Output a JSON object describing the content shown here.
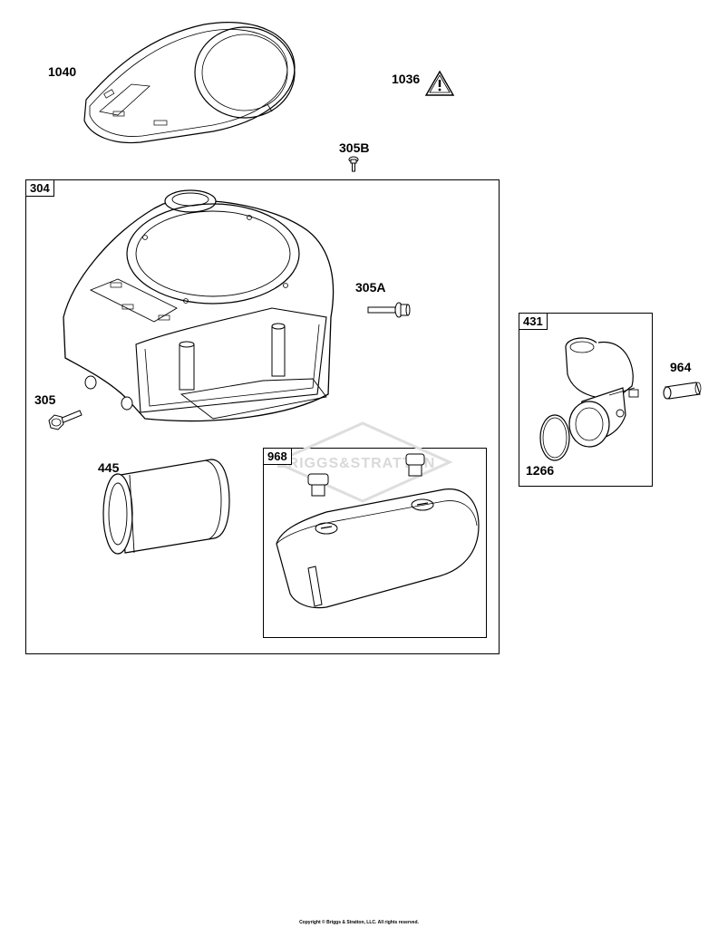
{
  "labels": {
    "p1040": "1040",
    "p1036": "1036",
    "p305b": "305B",
    "p304": "304",
    "p305a": "305A",
    "p305": "305",
    "p445": "445",
    "p968": "968",
    "p431": "431",
    "p964": "964",
    "p1266": "1266"
  },
  "watermark": "BRIGGS&STRATTON",
  "copyright": "Copyright © Briggs & Stratton, LLC. All rights reserved."
}
